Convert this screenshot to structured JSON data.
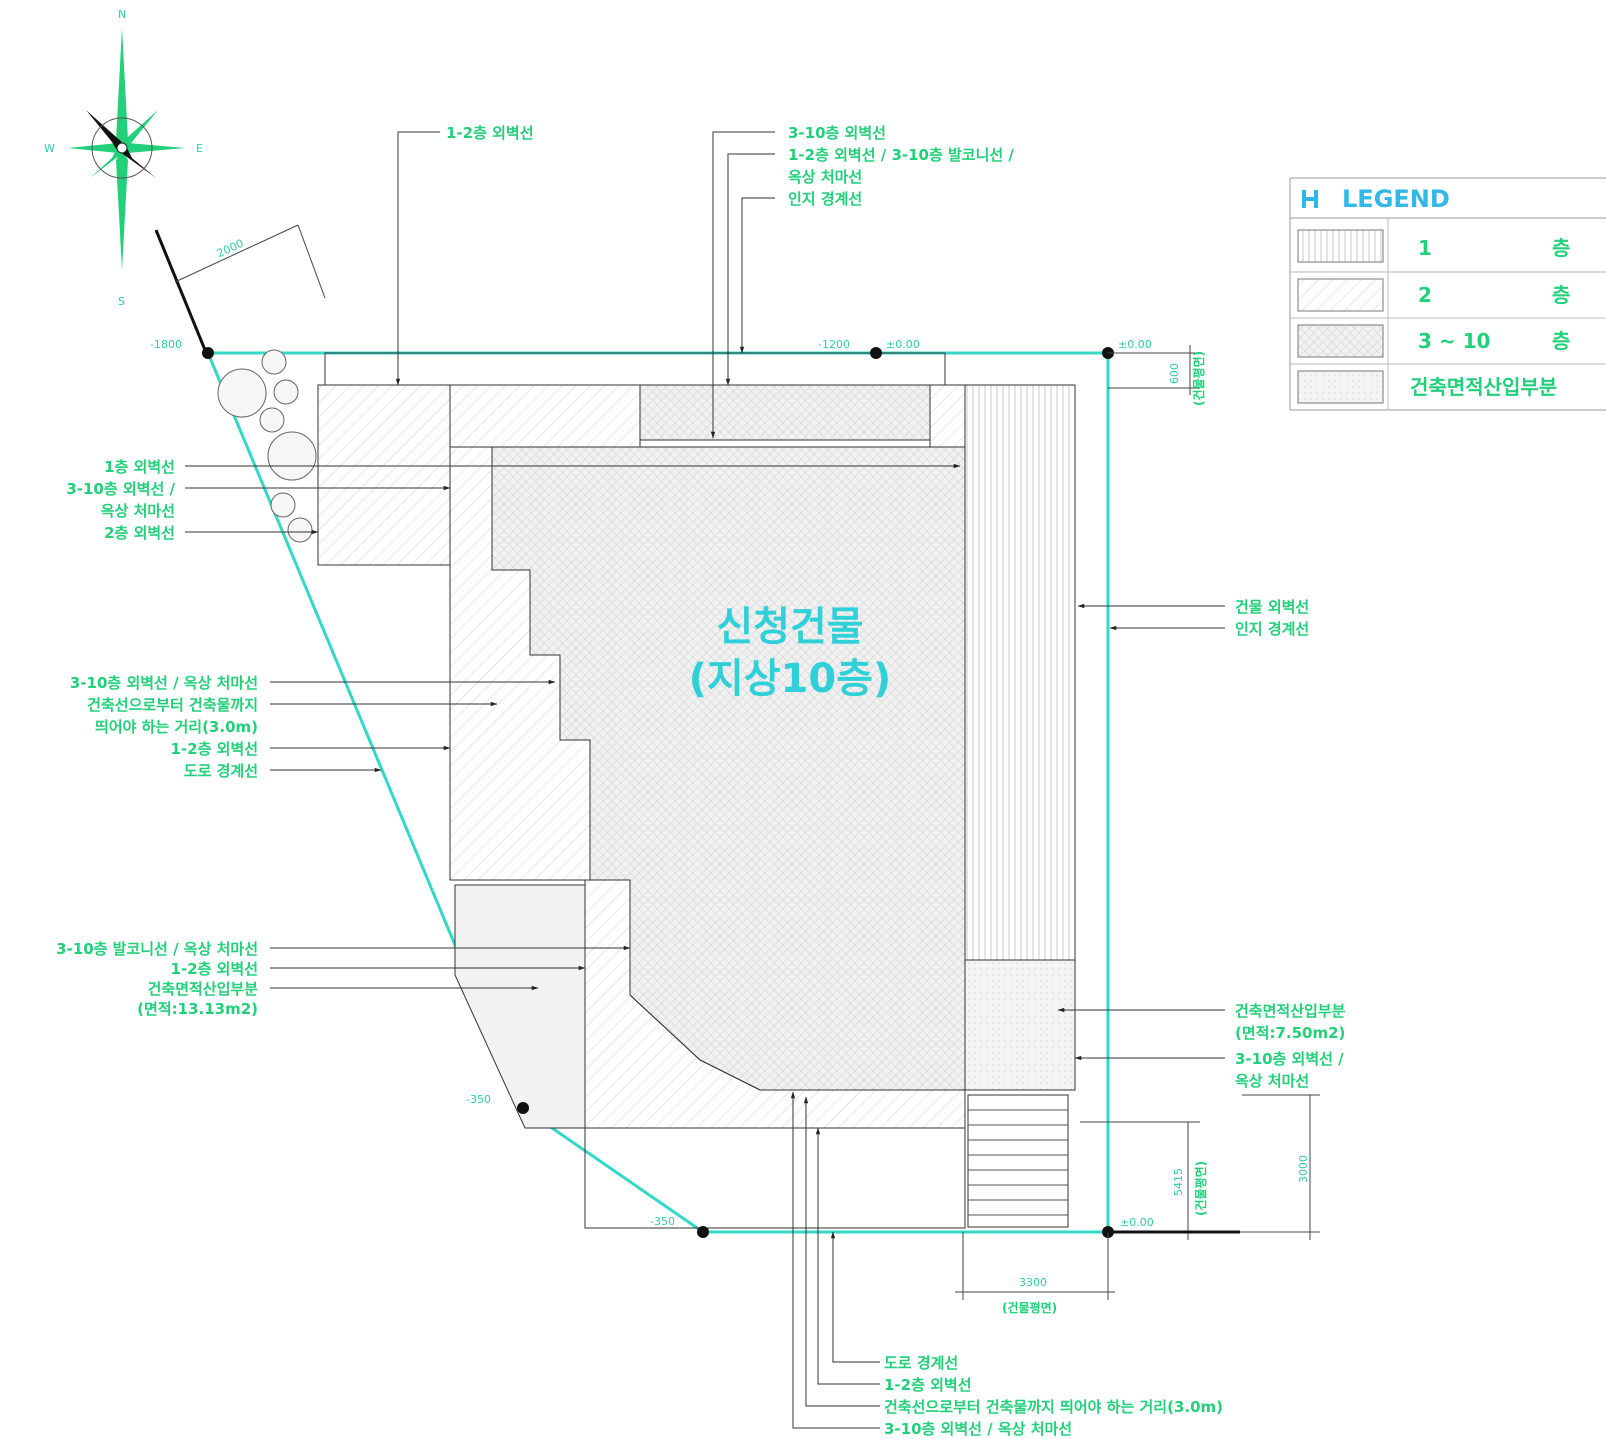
{
  "compass": {
    "north": "N",
    "south": "S",
    "east": "E",
    "west": "W"
  },
  "building_title": {
    "line1": "신청건물",
    "line2": "(지상10층)"
  },
  "legend": {
    "title": "LEGEND",
    "rows": [
      {
        "label": "1",
        "unit": "층"
      },
      {
        "label": "2",
        "unit": "층"
      },
      {
        "label": "3 ~ 10",
        "unit": "층"
      },
      {
        "label": "건축면적산입부분",
        "unit": ""
      }
    ]
  },
  "labels": {
    "top_a": "1-2층 외벽선",
    "top_b1": "3-10층 외벽선",
    "top_b2": "1-2층 외벽선 / 3-10층 발코니선 /",
    "top_b3": "옥상 처마선",
    "top_b4": "인지 경계선",
    "left_a1": "1층 외벽선",
    "left_a2": "3-10층 외벽선 /",
    "left_a3": "옥상 처마선",
    "left_a4": "2층 외벽선",
    "left_b1": "3-10층 외벽선 / 옥상 처마선",
    "left_b2": "건축선으로부터 건축물까지",
    "left_b3": "띄어야 하는 거리(3.0m)",
    "left_b4": "1-2층 외벽선",
    "left_b5": "도로 경계선",
    "left_c1": "3-10층 발코니선 / 옥상 처마선",
    "left_c2": "1-2층 외벽선",
    "left_c3": "건축면적산입부분",
    "left_c4": "(면적:13.13m2)",
    "right_a1": "건물 외벽선",
    "right_a2": "인지 경계선",
    "right_b1": "건축면적산입부분",
    "right_b2": "(면적:7.50m2)",
    "right_b3": "3-10층 외벽선 /",
    "right_b4": "옥상 처마선",
    "bot_1": "도로 경계선",
    "bot_2": "1-2층 외벽선",
    "bot_3": "건축선으로부터 건축물까지 띄어야 하는 거리(3.0m)",
    "bot_4": "3-10층 외벽선 / 옥상 처마선"
  },
  "dimensions": {
    "d_2000": "2000",
    "lv_tl": "-1800",
    "lv_tm": "-1200",
    "lv_tm2": "±0.00",
    "lv_tr": "±0.00",
    "d_600": "600",
    "d_600_note": "(건물평면)",
    "lv_l": "-350",
    "lv_bl": "-350",
    "lv_br": "±0.00",
    "d_5415": "5415",
    "d_5415_note": "(건물평면)",
    "d_3000": "3000",
    "d_3300": "3300",
    "d_3300_note": "(건물평면)"
  }
}
